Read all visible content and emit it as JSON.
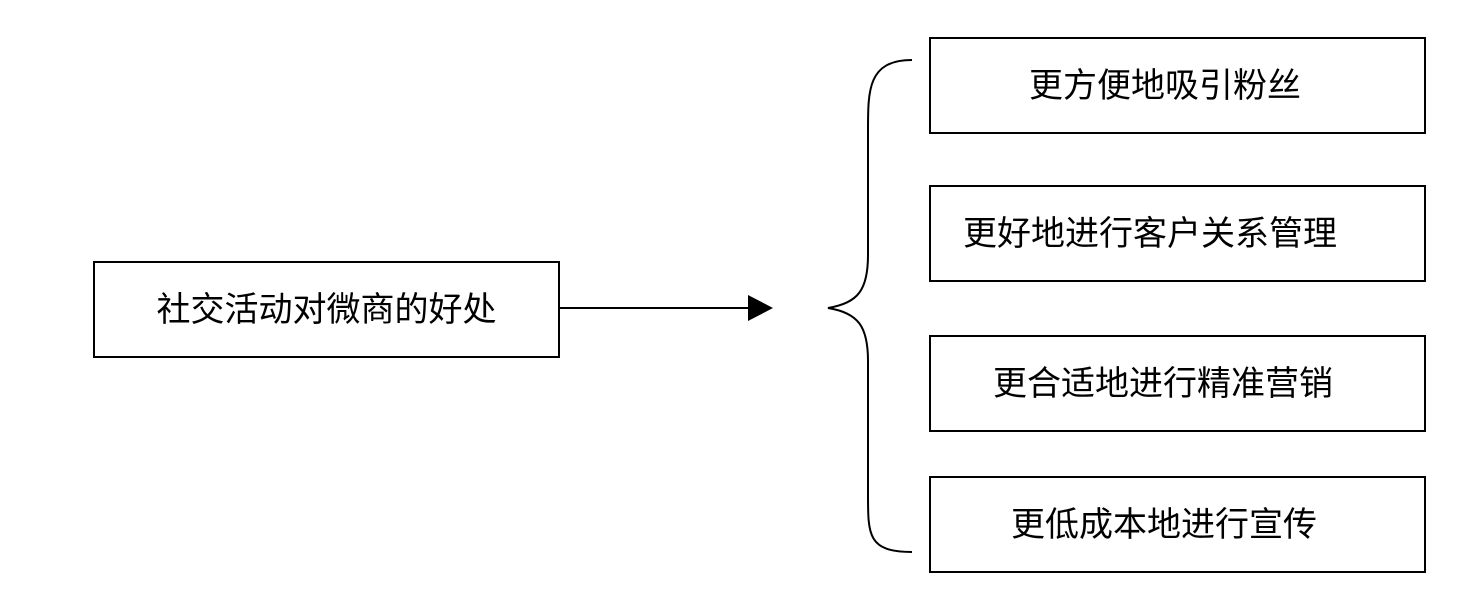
{
  "diagram": {
    "source": {
      "label": "社交活动对微商的好处"
    },
    "benefits": [
      {
        "label": "更方便地吸引粉丝"
      },
      {
        "label": "更好地进行客户关系管理"
      },
      {
        "label": "更合适地进行精准营销"
      },
      {
        "label": "更低成本地进行宣传"
      }
    ],
    "colors": {
      "stroke": "#000000",
      "background": "#ffffff"
    }
  }
}
